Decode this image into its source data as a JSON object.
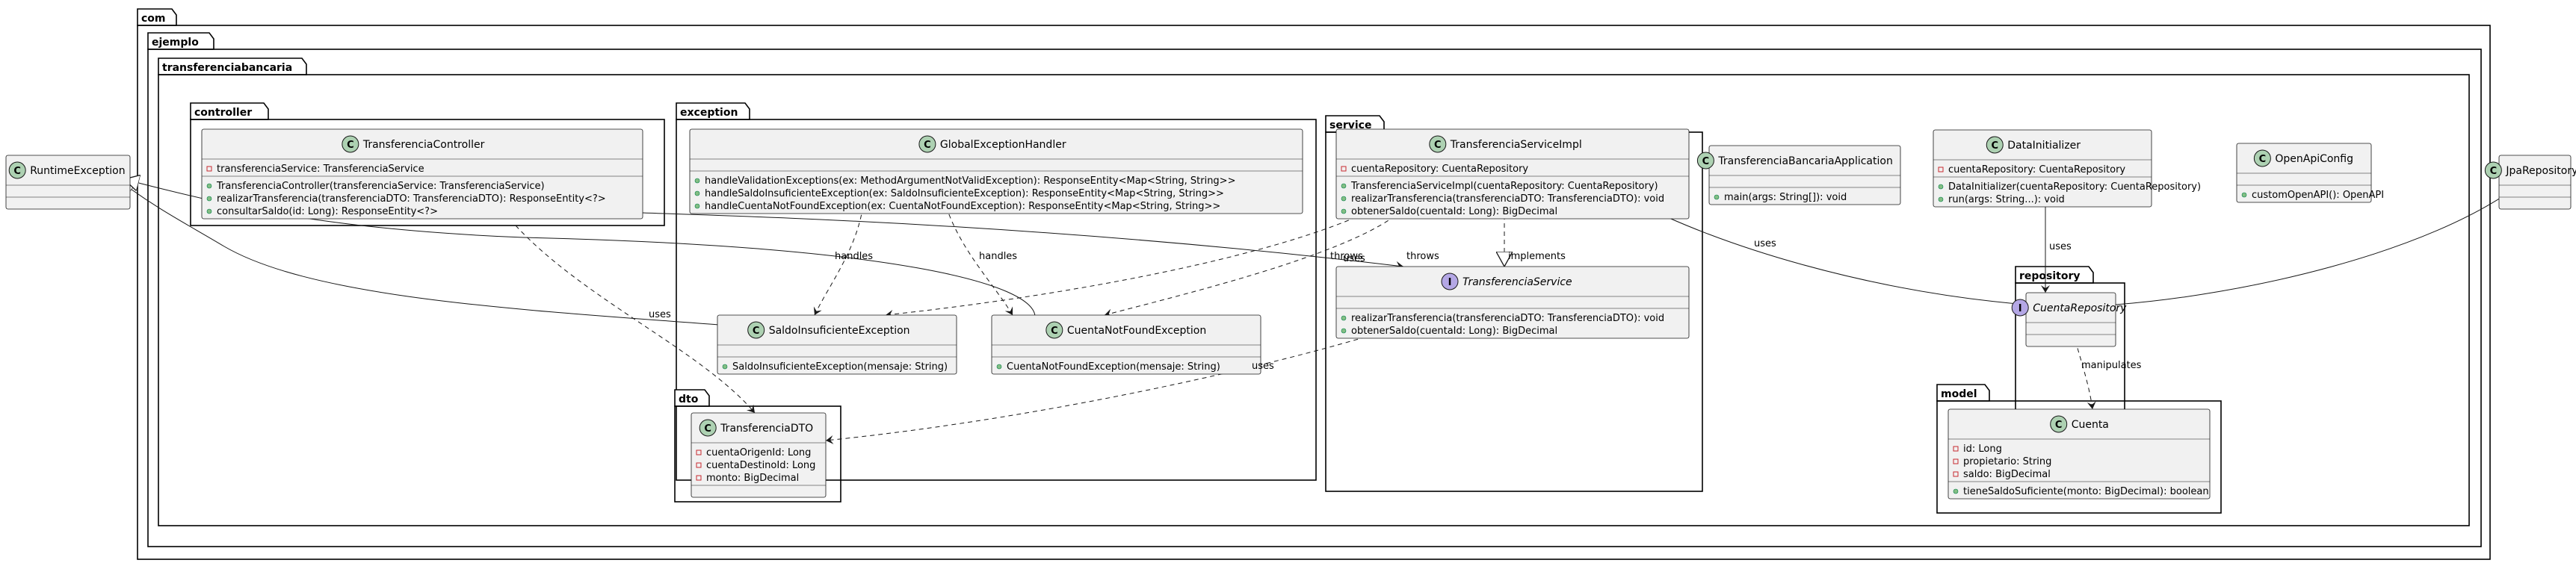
{
  "packages": {
    "com": "com",
    "ejemplo": "ejemplo",
    "transferenciabancaria": "transferenciabancaria",
    "controller": "controller",
    "exception": "exception",
    "service": "service",
    "repository": "repository",
    "dto": "dto",
    "model": "model"
  },
  "classes": {
    "runtime_exception": {
      "kind": "C",
      "name": "RuntimeException",
      "fields": [],
      "methods": []
    },
    "jpa_repository": {
      "kind": "C",
      "name": "JpaRepository",
      "fields": [],
      "methods": []
    },
    "transferencia_controller": {
      "kind": "C",
      "name": "TransferenciaController",
      "fields": [
        "transferenciaService: TransferenciaService"
      ],
      "methods": [
        "TransferenciaController(transferenciaService: TransferenciaService)",
        "realizarTransferencia(transferenciaDTO: TransferenciaDTO): ResponseEntity<?>",
        "consultarSaldo(id: Long): ResponseEntity<?>"
      ]
    },
    "global_exception_handler": {
      "kind": "C",
      "name": "GlobalExceptionHandler",
      "fields": [],
      "methods": [
        "handleValidationExceptions(ex: MethodArgumentNotValidException): ResponseEntity<Map<String, String>>",
        "handleSaldoInsuficienteException(ex: SaldoInsuficienteException): ResponseEntity<Map<String, String>>",
        "handleCuentaNotFoundException(ex: CuentaNotFoundException): ResponseEntity<Map<String, String>>"
      ]
    },
    "saldo_insuficiente_exception": {
      "kind": "C",
      "name": "SaldoInsuficienteException",
      "fields": [],
      "methods": [
        "SaldoInsuficienteException(mensaje: String)"
      ]
    },
    "cuenta_not_found_exception": {
      "kind": "C",
      "name": "CuentaNotFoundException",
      "fields": [],
      "methods": [
        "CuentaNotFoundException(mensaje: String)"
      ]
    },
    "transferencia_service_impl": {
      "kind": "C",
      "name": "TransferenciaServiceImpl",
      "fields": [
        "cuentaRepository: CuentaRepository"
      ],
      "methods": [
        "TransferenciaServiceImpl(cuentaRepository: CuentaRepository)",
        "realizarTransferencia(transferenciaDTO: TransferenciaDTO): void",
        "obtenerSaldo(cuentaId: Long): BigDecimal"
      ]
    },
    "transferencia_service": {
      "kind": "I",
      "name": "TransferenciaService",
      "fields": [],
      "methods": [
        "realizarTransferencia(transferenciaDTO: TransferenciaDTO): void",
        "obtenerSaldo(cuentaId: Long): BigDecimal"
      ]
    },
    "transferencia_bancaria_application": {
      "kind": "C",
      "name": "TransferenciaBancariaApplication",
      "fields": [],
      "methods": [
        "main(args: String[]): void"
      ]
    },
    "data_initializer": {
      "kind": "C",
      "name": "DataInitializer",
      "fields": [
        "cuentaRepository: CuentaRepository"
      ],
      "methods": [
        "DataInitializer(cuentaRepository: CuentaRepository)",
        "run(args: String...): void"
      ]
    },
    "open_api_config": {
      "kind": "C",
      "name": "OpenApiConfig",
      "fields": [],
      "methods": [
        "customOpenAPI(): OpenAPI"
      ]
    },
    "cuenta_repository": {
      "kind": "I",
      "name": "CuentaRepository",
      "fields": [],
      "methods": []
    },
    "transferencia_dto": {
      "kind": "C",
      "name": "TransferenciaDTO",
      "fields": [
        "cuentaOrigenId: Long",
        "cuentaDestinoId: Long",
        "monto: BigDecimal"
      ],
      "methods": []
    },
    "cuenta": {
      "kind": "C",
      "name": "Cuenta",
      "fields": [
        "id: Long",
        "propietario: String",
        "saldo: BigDecimal"
      ],
      "methods": [
        "tieneSaldoSuficiente(monto: BigDecimal): boolean"
      ]
    }
  },
  "edge_labels": {
    "controller_dto": "uses",
    "controller_service": "uses",
    "handler_saldo": "handles",
    "handler_cuenta": "handles",
    "impl_saldo": "throws",
    "impl_cuenta": "throws",
    "impl_service": "implements",
    "impl_repo": "uses",
    "initializer_repo": "uses",
    "repo_cuenta": "manipulates",
    "service_dto": "uses"
  },
  "colors": {
    "class_fill": "#F1F1F1",
    "class_border": "#181818",
    "class_spot": "#ADD1B2",
    "interface_spot": "#B4A7E5",
    "field_private": "#C82930",
    "method_public": "#84BE84"
  }
}
